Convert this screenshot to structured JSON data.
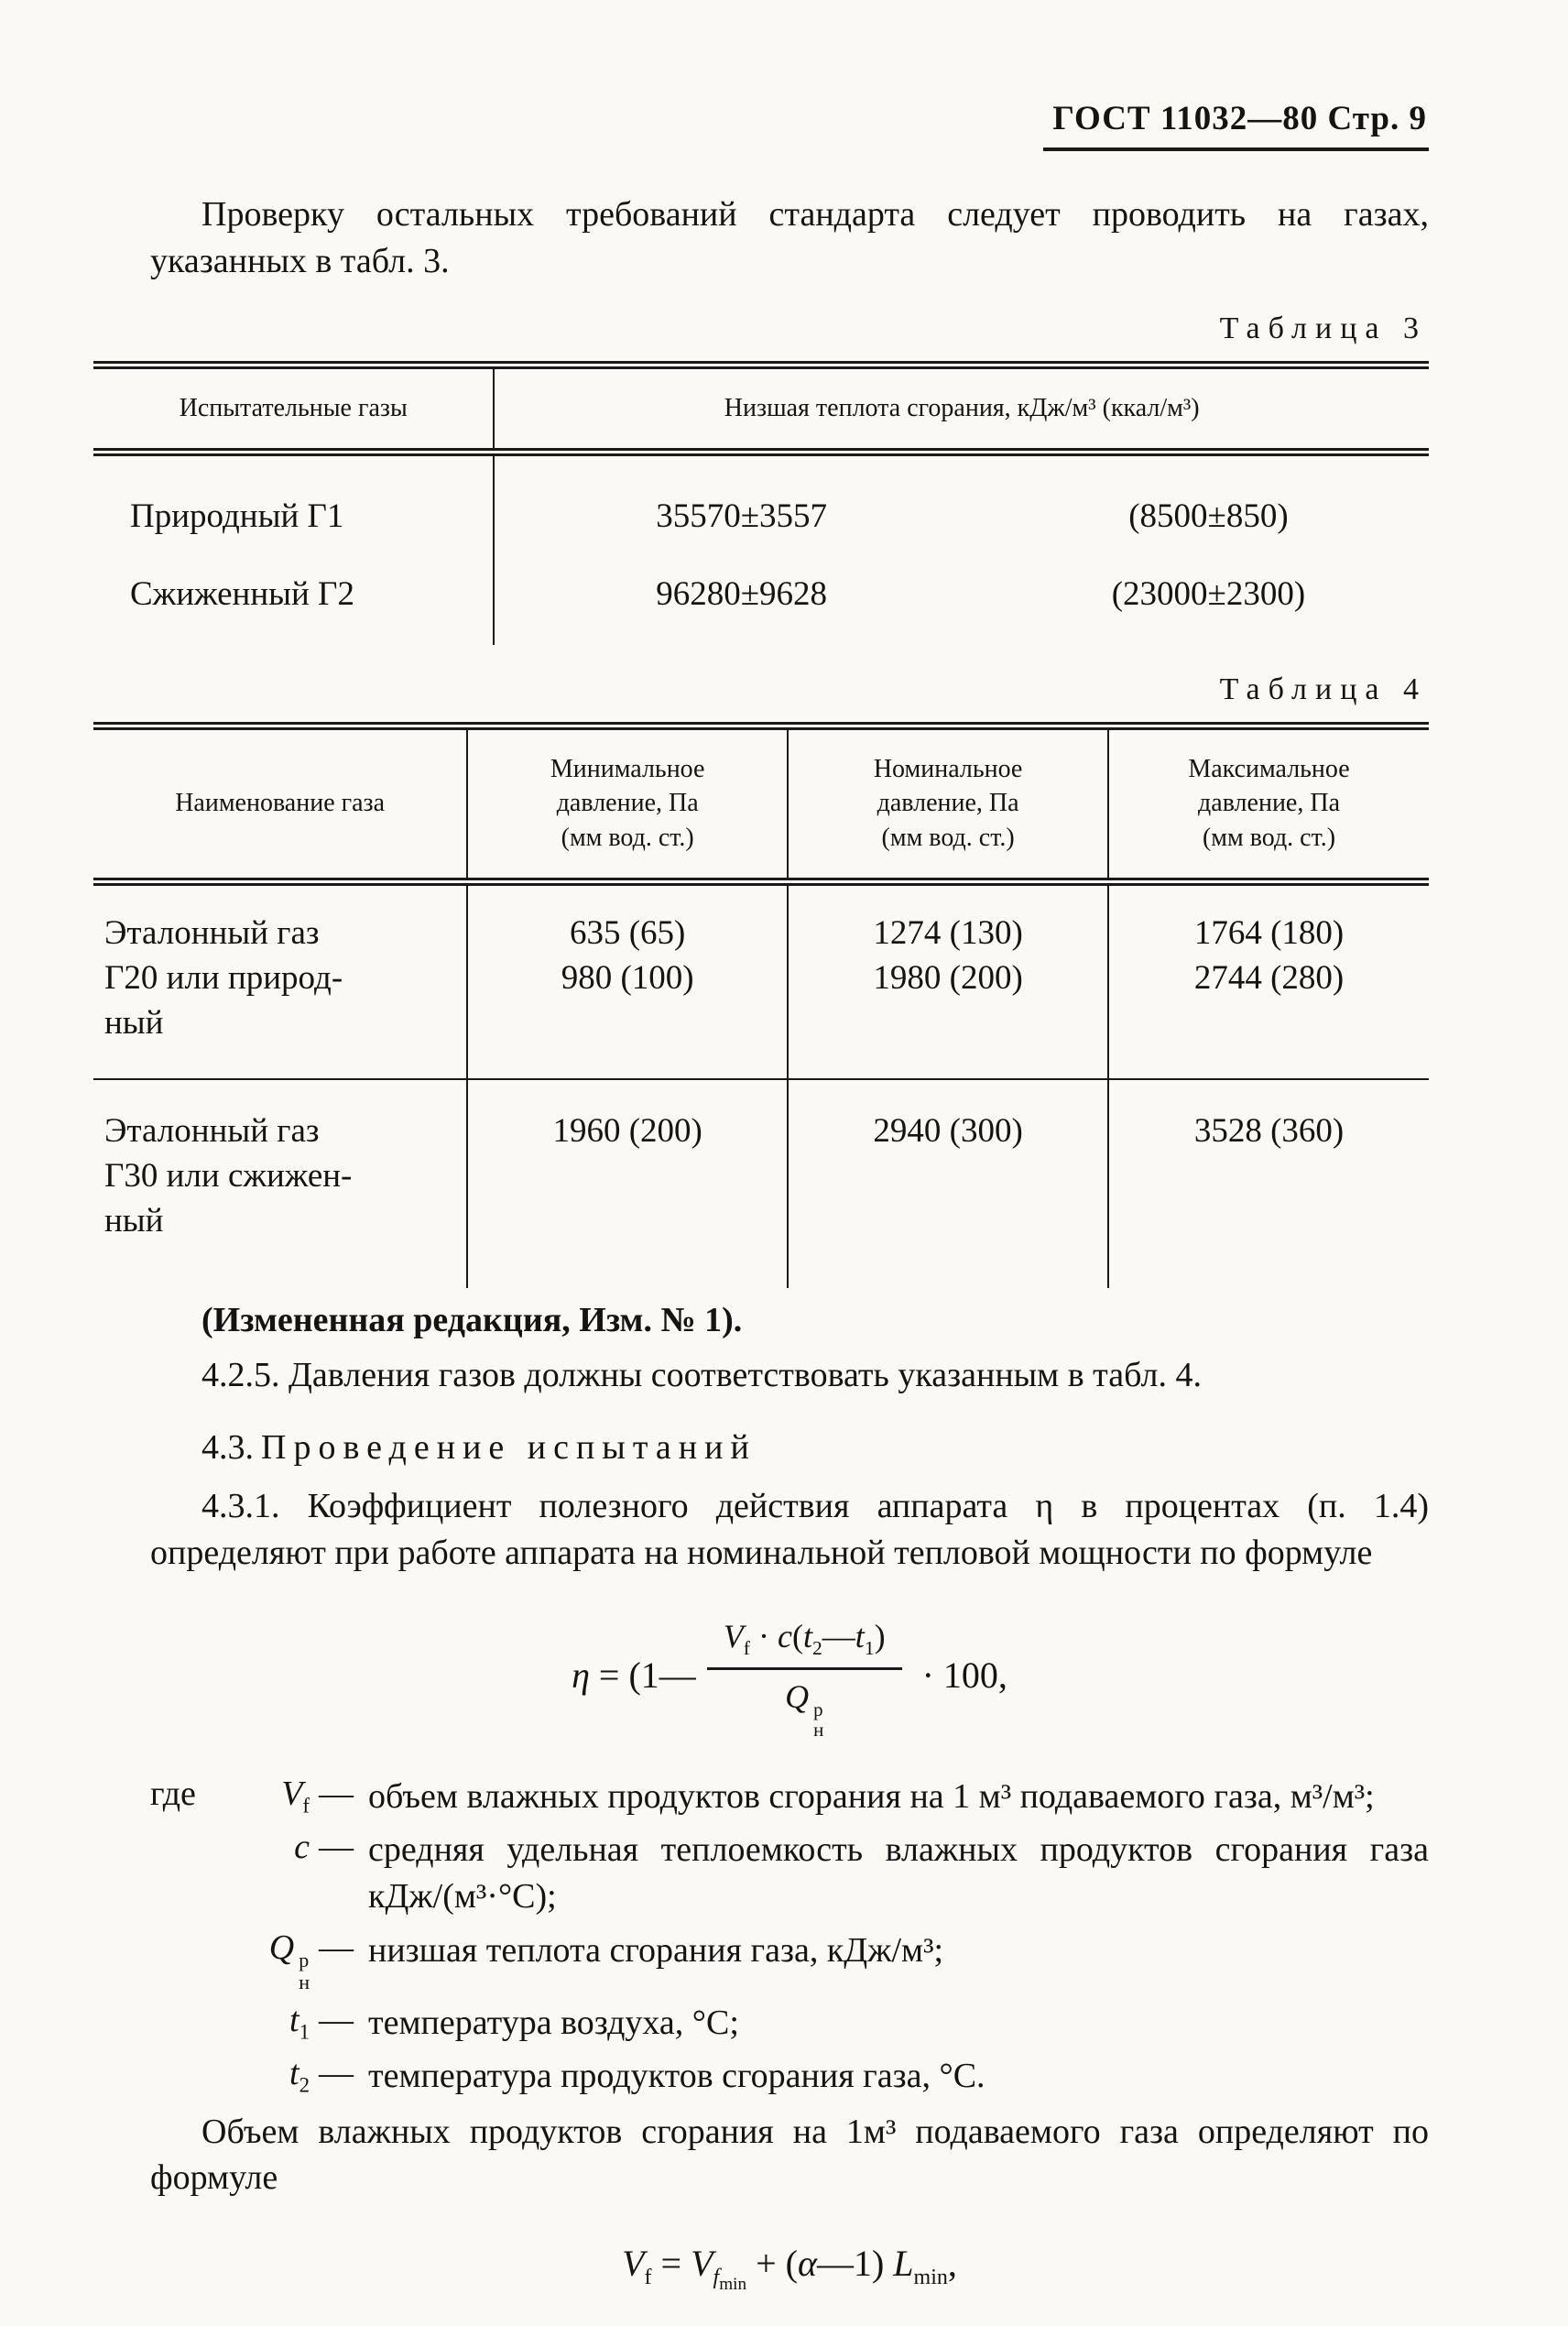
{
  "page": {
    "header": "ГОСТ 11032—80 Стр. 9",
    "intro": "Проверку остальных требований стандарта следует проводить на газах, указанных в табл. 3."
  },
  "table3": {
    "caption": "Таблица 3",
    "col1_header": "Испытательные газы",
    "col2_header": "Низшая теплота сгорания, кДж/м³ (ккал/м³)",
    "rows": [
      {
        "name": "Природный Г1",
        "value": "35570±3557",
        "alt": "(8500±850)"
      },
      {
        "name": "Сжиженный Г2",
        "value": "96280±9628",
        "alt": "(23000±2300)"
      }
    ]
  },
  "table4": {
    "caption": "Таблица 4",
    "headers": {
      "name": "Наименование газа",
      "min": "Минимальное\nдавление, Па\n(мм вод. ст.)",
      "nom": "Номинальное\nдавление, Па\n(мм вод. ст.)",
      "max": "Максимальное\nдавление, Па\n(мм вод. ст.)"
    },
    "rows": [
      {
        "name": "Эталонный  газ\nГ20 или природ-\nный",
        "min": "635 (65)\n980 (100)",
        "nom": "1274 (130)\n1980 (200)",
        "max": "1764 (180)\n2744 (280)"
      },
      {
        "name": "Эталонный  газ\nГ30 или сжижен-\nный",
        "min": "1960 (200)",
        "nom": "2940 (300)",
        "max": "3528 (360)"
      }
    ]
  },
  "sections": {
    "note": "(Измененная редакция, Изм. № 1).",
    "p425": "4.2.5. Давления газов должны соответствовать указанным в табл. 4.",
    "h43_num": "4.3.",
    "h43_title": "Проведение испытаний",
    "p431": "4.3.1. Коэффициент полезного действия аппарата η в процентах (п. 1.4) определяют при работе аппарата на номинальной тепловой мощности по формуле",
    "p_volume": "Объем влажных продуктов сгорания на 1м³ подаваемого газа определяют по формуле"
  },
  "formula1": {
    "eta": "η",
    "open": " = (1—",
    "num_v": "V",
    "num_v_sub": "f",
    "num_dot": " · ",
    "num_c": "c",
    "num_open": "(",
    "num_t": "t",
    "num_sub2": "2",
    "num_minus": "—",
    "num_sub1": "1",
    "num_close": ")",
    "den_q": "Q",
    "den_sup": "р",
    "den_sub": "н",
    "tail": " · 100,"
  },
  "formula2": {
    "v1": "V",
    "v1_sub": "f",
    "eq": " = ",
    "v2": "V",
    "v2_sub": "f",
    "v2_subsub": "min",
    "plus_open": " + (",
    "alpha": "α",
    "minus_one": "—1) ",
    "l": "L",
    "l_sub": "min",
    "end": ","
  },
  "defs": {
    "lead": "где",
    "items": [
      {
        "sym": "V",
        "sub": "f",
        "dash": "—",
        "text": "объем влажных продуктов сгорания на 1 м³ подаваемого газа, м³/м³;"
      },
      {
        "sym": "c",
        "dash": "—",
        "text": "средняя удельная теплоемкость влажных продуктов сгорания газа кДж/(м³·°С);"
      },
      {
        "sym": "Q",
        "sup": "р",
        "sub": "н",
        "dash": "—",
        "text": "низшая теплота сгорания газа, кДж/м³;"
      },
      {
        "sym": "t",
        "sub": "1",
        "dash": "—",
        "text": "температура воздуха, °С;"
      },
      {
        "sym": "t",
        "sub": "2",
        "dash": "—",
        "text": "температура продуктов сгорания газа, °С."
      }
    ]
  }
}
